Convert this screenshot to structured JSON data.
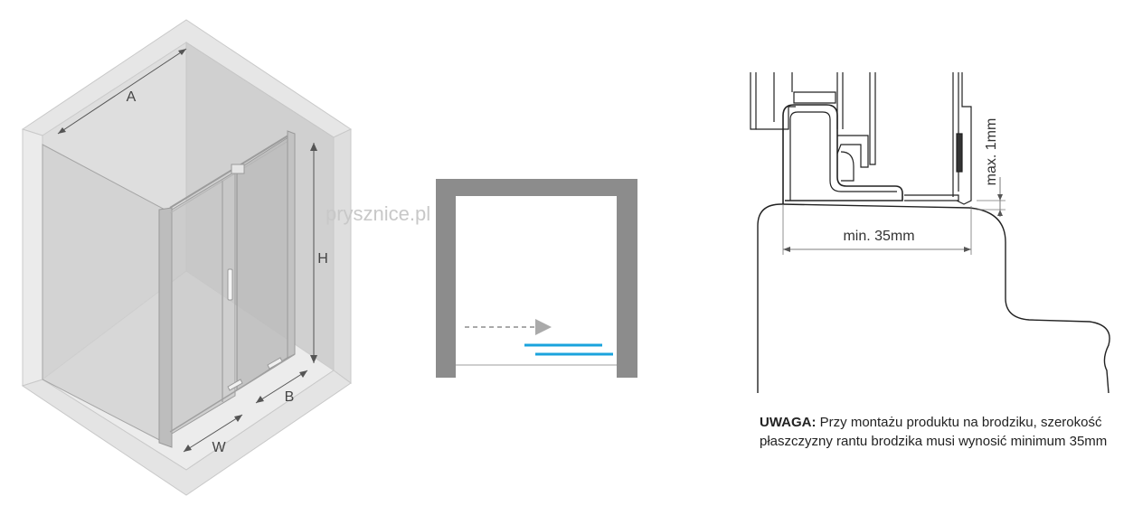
{
  "iso_view": {
    "labels": {
      "a": "A",
      "b": "B",
      "w": "W",
      "h": "H"
    },
    "colors": {
      "wall_top": "#e6e6e6",
      "wall_dark": "#cfcfcf",
      "frame": "#aaaaaa",
      "glass": "#cccccc"
    }
  },
  "watermark": {
    "text": "prysznice.pl",
    "color": "#c8c8c8"
  },
  "plan_view": {
    "colors": {
      "wall": "#8c8c8c",
      "arrow": "#aaaaaa",
      "door": "#1aa3dd"
    }
  },
  "profile_view": {
    "dim_max": "max. 1mm",
    "dim_min": "min. 35mm",
    "note": {
      "title": "UWAGA:",
      "body": " Przy montażu produktu na brodziku, szerokość płaszczyzny rantu brodzika musi wynosić minimum 35mm"
    }
  }
}
